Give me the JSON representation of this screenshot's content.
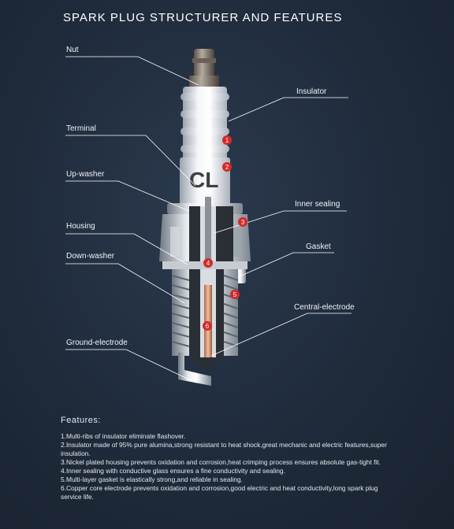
{
  "title": "SPARK PLUG STRUCTURER AND FEATURES",
  "labels": {
    "nut": "Nut",
    "insulator": "Insulator",
    "terminal": "Terminal",
    "up_washer": "Up-washer",
    "inner_sealing": "Inner sealing",
    "housing": "Housing",
    "gasket": "Gasket",
    "down_washer": "Down-washer",
    "central_electrode": "Central-electrode",
    "ground_electrode": "Ground-electrode"
  },
  "logo_text": "CL",
  "markers": [
    "1",
    "2",
    "3",
    "4",
    "5",
    "6"
  ],
  "features": {
    "heading": "Features:",
    "items": [
      "1.Multi-ribs of insulator eliminate flashover.",
      "2.Insulator made of 95% pure alumina,strong resistant to heat shock,great mechanic and electric features,super insulation.",
      "3.Nickel plated housing prevents oxidation and corrosion,heat crimping process ensures absolute gas-tight fit.",
      "4.Inner sealing with conductive glass ensures a fine conductivity and sealing.",
      "5.Multi-layer gasket is elastically strong,and reliable in sealing.",
      "6.Copper core electrode prevents oxidation and corrosion,good electric and heat conductivity,long spark plug service life."
    ]
  },
  "colors": {
    "background": "#1f2b3b",
    "marker": "#d42a2a",
    "leader": "#ffffff"
  }
}
